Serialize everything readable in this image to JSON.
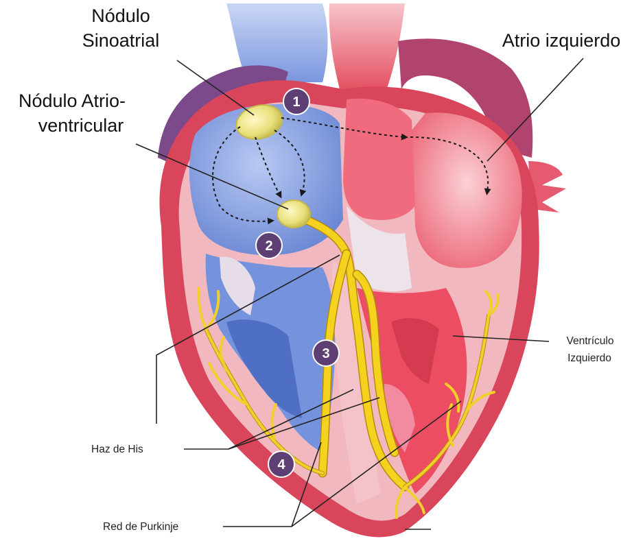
{
  "labels": {
    "sinoatrial_line1": "Nódulo",
    "sinoatrial_line2": "Sinoatrial",
    "av_line1": "Nódulo Atrio-",
    "av_line2": "ventricular",
    "left_atrium": "Atrio izquierdo",
    "left_ventricle_line1": "Ventrículo",
    "left_ventricle_line2": "Izquierdo",
    "bundle_his": "Haz de His",
    "purkinje": "Red de Purkinje"
  },
  "markers": [
    "1",
    "2",
    "3",
    "4"
  ],
  "colors": {
    "right_side_blue": "#6f8fd8",
    "left_side_red": "#e84a5a",
    "outer_wall": "#d9455a",
    "inner_pink": "#f2b8bf",
    "conduction_yellow": "#f4d21e",
    "marker_purple": "#5e3f73",
    "aorta_purple": "#8a3a6a"
  }
}
